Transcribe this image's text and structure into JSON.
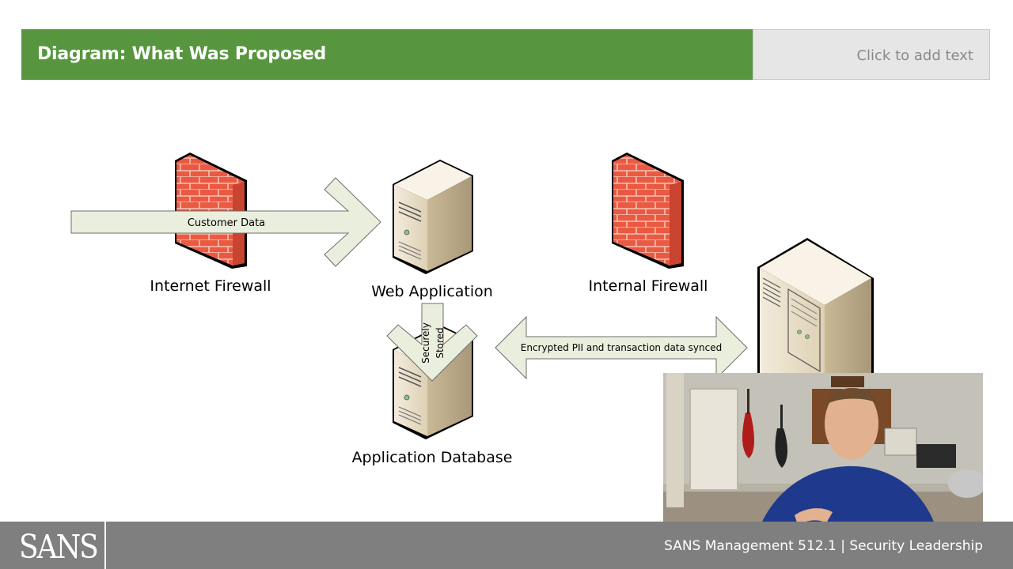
{
  "slide": {
    "title": "Diagram: What Was Proposed",
    "placeholder": "Click to add text"
  },
  "diagram": {
    "nodes": {
      "internet_firewall": "Internet Firewall",
      "web_application": "Web Application",
      "internal_firewall": "Internal Firewall",
      "application_database": "Application Database"
    },
    "arrows": {
      "customer_data": "Customer Data",
      "securely": "Securely",
      "stored": "Stored",
      "synced": "Encrypted PII and transaction data synced"
    }
  },
  "footer": {
    "logo": "SANS",
    "course": "SANS Management 512.1 | Security Leadership"
  },
  "colors": {
    "title_green": "#57963f",
    "footer_gray": "#7f7f7f",
    "firewall_red": "#ea5a43",
    "arrow_fill": "#eaeedd"
  }
}
